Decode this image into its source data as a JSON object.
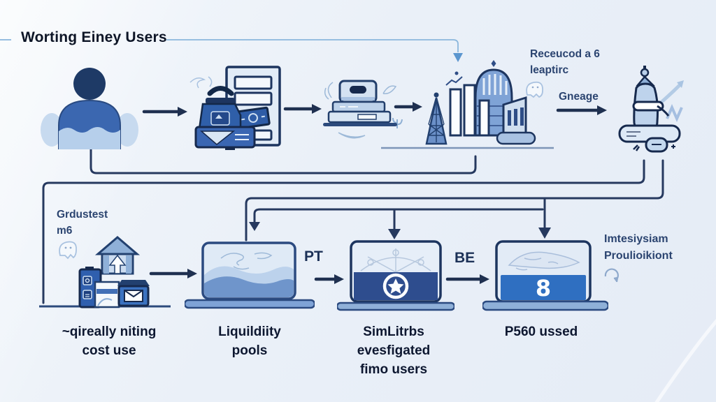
{
  "title": "Worting Einey Users",
  "annotations": {
    "received_note": "Receucod a 6\nleaptirc",
    "engage_label": "Gneage",
    "granted_note": "Grdustest\nm6",
    "intensive_note": "Imtesiysiam\nProulioikiont",
    "pt_label": "PT",
    "be_label": "BE"
  },
  "captions": {
    "users_cost": "~qireally niting\ncost use",
    "liquidity_pools": "Liquildiity\npools",
    "simlitrbs": "SimLitrbs\nevesfigated\nfimo users",
    "p560": "P560 ussed"
  },
  "glyphs": {
    "laptop3_symbol": "8"
  },
  "icons": {
    "person": "person-icon",
    "door_safe": "door-safe-icon",
    "briefcase_stack": "briefcase-stack-icon",
    "city": "city-buildings-icon",
    "bottle_figure": "bottle-chat-icon",
    "house_machine": "house-machine-icon",
    "laptop_map": "laptop-waves-icon",
    "laptop_star": "laptop-star-icon",
    "laptop_money": "laptop-money-icon",
    "ghost": "ghost-doodle-icon",
    "refresh": "refresh-icon"
  },
  "colors": {
    "ink": "#0d1730",
    "navy": "#1d355f",
    "connector": "#26395f",
    "arrow": "#1f3050",
    "band_navy": "#2e4d8e",
    "band_blue": "#2f6fc1",
    "mid_blue": "#3b67b0",
    "light_blue": "#bcd2ec",
    "sketch_blue": "#9db9d8",
    "title_line": "#8ab6dc",
    "background": "#e9eff8"
  }
}
